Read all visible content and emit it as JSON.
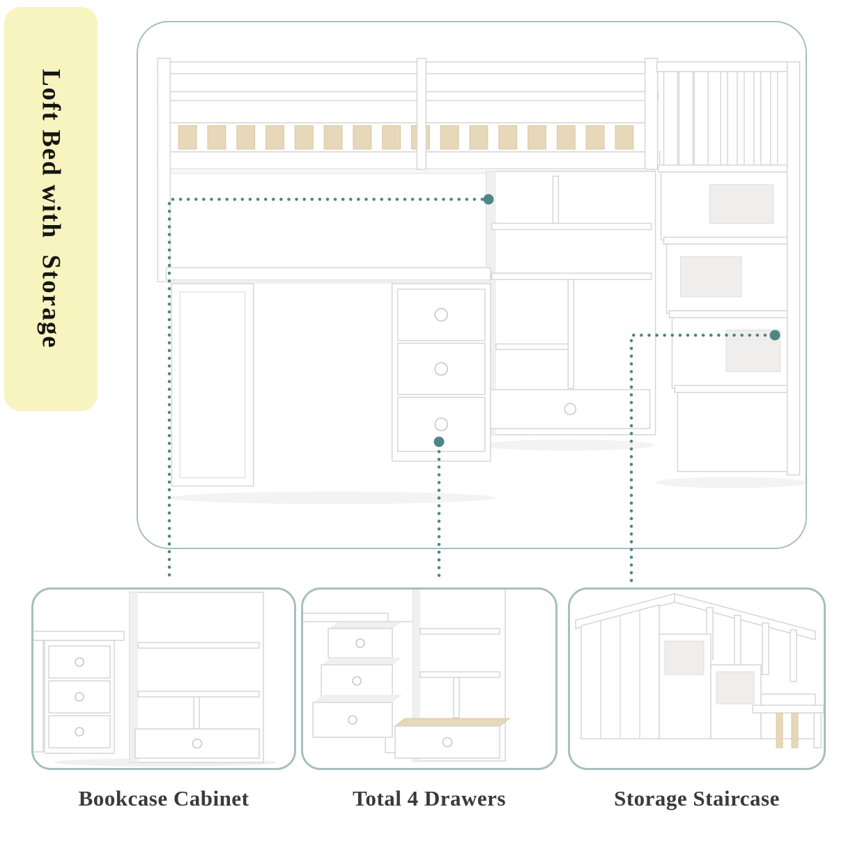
{
  "banner": {
    "text": "Loft Bed with  Storage"
  },
  "features": [
    {
      "id": "bookcase-cabinet",
      "label": "Bookcase Cabinet"
    },
    {
      "id": "total-4-drawers",
      "label": "Total 4 Drawers"
    },
    {
      "id": "storage-staircase",
      "label": "Storage Staircase"
    }
  ],
  "colors": {
    "banner_bg": "#f8f4bf",
    "panel_border": "#a6bfbf",
    "callout": "#4e8686",
    "label_text": "#3a3a3a",
    "wood": "#e6d8b9",
    "furniture_stroke": "#d6d6d6",
    "recess": "#efeeec"
  }
}
